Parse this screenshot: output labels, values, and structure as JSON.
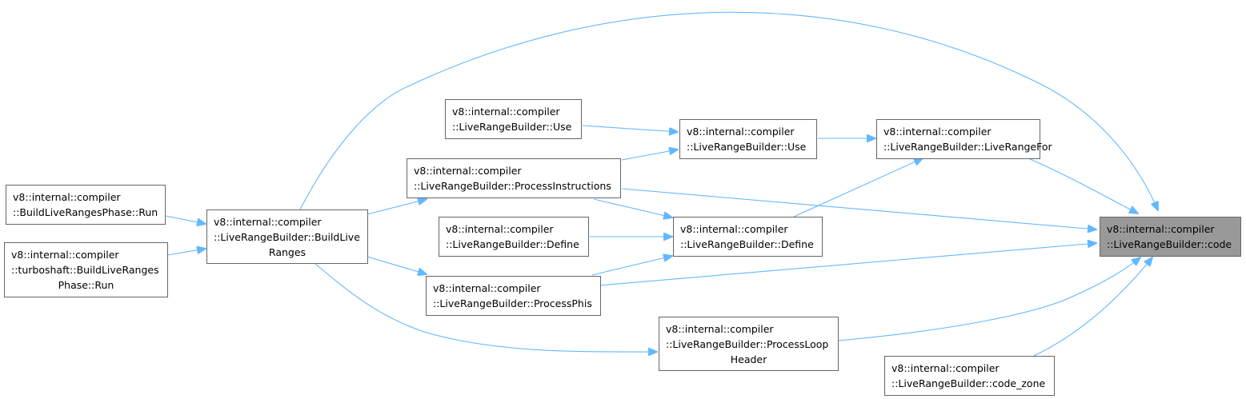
{
  "colors": {
    "edge": "#63b8ff",
    "node_border": "#666666",
    "target_fill": "#999999"
  },
  "nodes": {
    "code": {
      "lines": [
        "v8::internal::compiler",
        "::LiveRangeBuilder::code"
      ]
    },
    "use_a": {
      "lines": [
        "v8::internal::compiler",
        "::LiveRangeBuilder::Use"
      ]
    },
    "use_b": {
      "lines": [
        "v8::internal::compiler",
        "::LiveRangeBuilder::Use"
      ]
    },
    "live_range_for": {
      "lines": [
        "v8::internal::compiler",
        "::LiveRangeBuilder::LiveRangeFor"
      ]
    },
    "process_instructions": {
      "lines": [
        "v8::internal::compiler",
        "::LiveRangeBuilder::ProcessInstructions"
      ]
    },
    "build_phase_run": {
      "lines": [
        "v8::internal::compiler",
        "::BuildLiveRangesPhase::Run"
      ]
    },
    "turboshaft_run": {
      "lines": [
        "v8::internal::compiler",
        "::turboshaft::BuildLiveRanges",
        "Phase::Run"
      ]
    },
    "build_live_ranges": {
      "lines": [
        "v8::internal::compiler",
        "::LiveRangeBuilder::BuildLive",
        "Ranges"
      ]
    },
    "define_a": {
      "lines": [
        "v8::internal::compiler",
        "::LiveRangeBuilder::Define"
      ]
    },
    "define_b": {
      "lines": [
        "v8::internal::compiler",
        "::LiveRangeBuilder::Define"
      ]
    },
    "process_phis": {
      "lines": [
        "v8::internal::compiler",
        "::LiveRangeBuilder::ProcessPhis"
      ]
    },
    "process_loop_header": {
      "lines": [
        "v8::internal::compiler",
        "::LiveRangeBuilder::ProcessLoop",
        "Header"
      ]
    },
    "code_zone": {
      "lines": [
        "v8::internal::compiler",
        "::LiveRangeBuilder::code_zone"
      ]
    }
  }
}
